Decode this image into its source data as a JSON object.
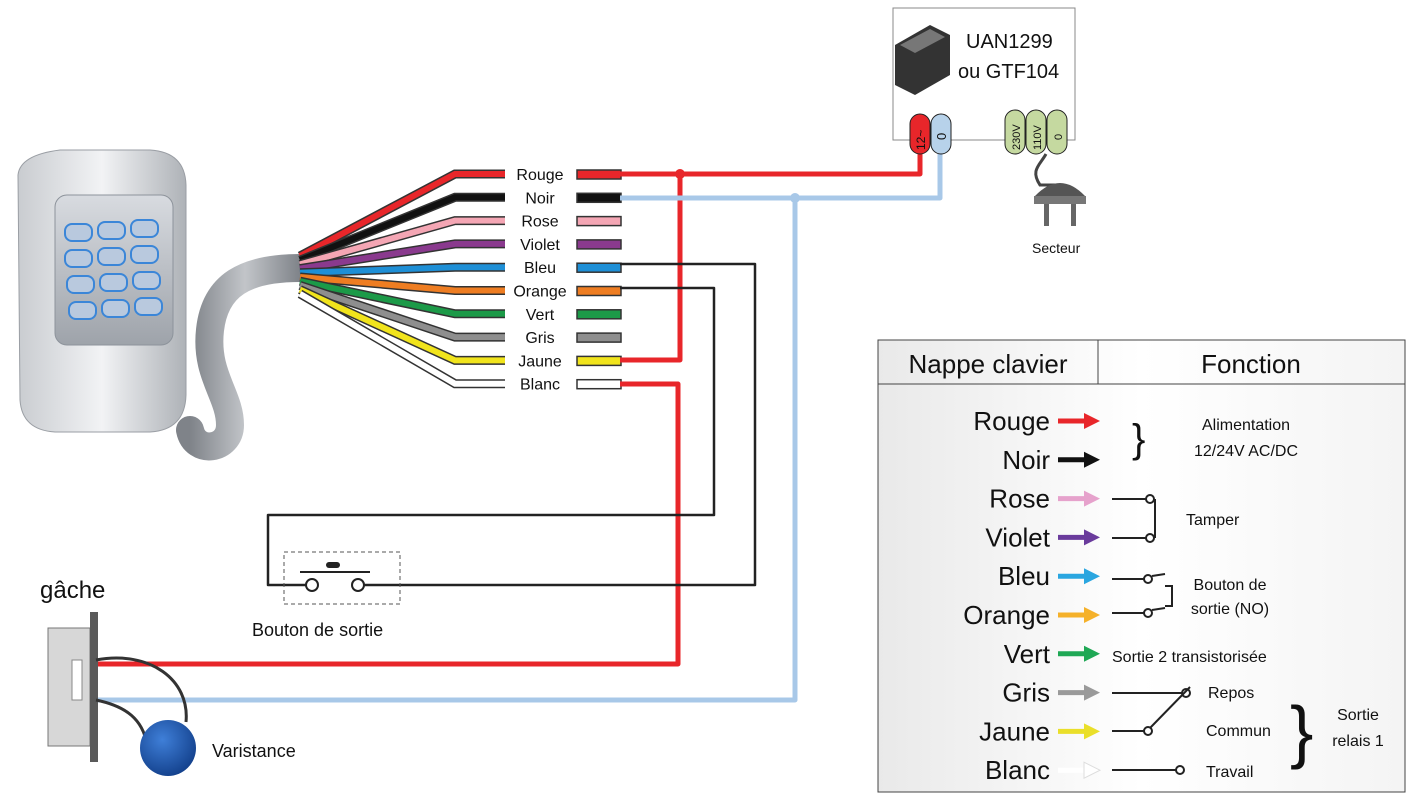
{
  "keypad": {
    "wires": [
      {
        "name": "Rouge",
        "color": "#e8262a"
      },
      {
        "name": "Noir",
        "color": "#111111"
      },
      {
        "name": "Rose",
        "color": "#f4a6b4"
      },
      {
        "name": "Violet",
        "color": "#8a3a8e"
      },
      {
        "name": "Bleu",
        "color": "#1e8fd6"
      },
      {
        "name": "Orange",
        "color": "#ee7d22"
      },
      {
        "name": "Vert",
        "color": "#1c9a48"
      },
      {
        "name": "Gris",
        "color": "#8e8e8e"
      },
      {
        "name": "Jaune",
        "color": "#f1e41c"
      },
      {
        "name": "Blanc",
        "color": "#ffffff"
      }
    ]
  },
  "power_unit": {
    "line1": "UAN1299",
    "line2": "ou GTF104",
    "term_12": "12~",
    "term_0": "0",
    "term_230": "230V",
    "term_110": "110V",
    "term_0b": "0"
  },
  "mains_label": "Secteur",
  "strike_label": "gâche",
  "varistor_label": "Varistance",
  "exit_button_label": "Bouton de sortie",
  "table": {
    "col1": "Nappe clavier",
    "col2": "Fonction",
    "rows": [
      {
        "name": "Rouge",
        "color": "#e8262a"
      },
      {
        "name": "Noir",
        "color": "#111111"
      },
      {
        "name": "Rose",
        "color": "#e6a2cc"
      },
      {
        "name": "Violet",
        "color": "#6a3b9c"
      },
      {
        "name": "Bleu",
        "color": "#2aa6e0"
      },
      {
        "name": "Orange",
        "color": "#f5b12a"
      },
      {
        "name": "Vert",
        "color": "#1fa855"
      },
      {
        "name": "Gris",
        "color": "#9a9a9a"
      },
      {
        "name": "Jaune",
        "color": "#eadf2a"
      },
      {
        "name": "Blanc",
        "color": "#ffffff"
      }
    ],
    "f_alim_1": "Alimentation",
    "f_alim_2": "12/24V AC/DC",
    "f_tamper": "Tamper",
    "f_exit_1": "Bouton de",
    "f_exit_2": "sortie (NO)",
    "f_out2": "Sortie 2 transistorisée",
    "f_repos": "Repos",
    "f_commun": "Commun",
    "f_travail": "Travail",
    "f_relay_1": "Sortie",
    "f_relay_2": "relais 1"
  }
}
